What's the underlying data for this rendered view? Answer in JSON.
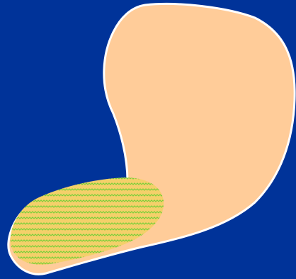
{
  "colors": {
    "background": "#003399",
    "organ_fill": "#ffcc99",
    "organ_outline": "#ffffff",
    "region_fill": "#f4d06a",
    "region_pattern": "#7ccf3a"
  },
  "shapes": {
    "organ": {
      "icon": "stomach-shape"
    },
    "highlight": {
      "icon": "zigzag-pattern-region",
      "pattern": "zigzag"
    }
  }
}
